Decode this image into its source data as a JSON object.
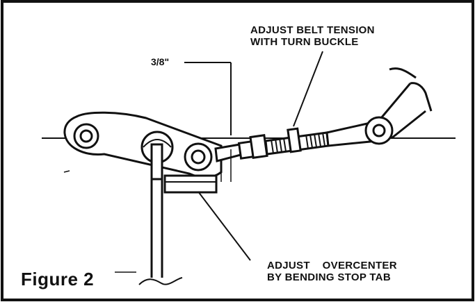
{
  "figure_label": "Figure 2",
  "labels": {
    "dimension": "3/8\"",
    "belt_tension_line1": "ADJUST BELT TENSION",
    "belt_tension_line2": "WITH TURN BUCKLE",
    "overcenter_line1": "ADJUST    OVERCENTER",
    "overcenter_line2": "BY BENDING STOP TAB"
  },
  "colors": {
    "ink": "#111111",
    "background": "#ffffff"
  }
}
